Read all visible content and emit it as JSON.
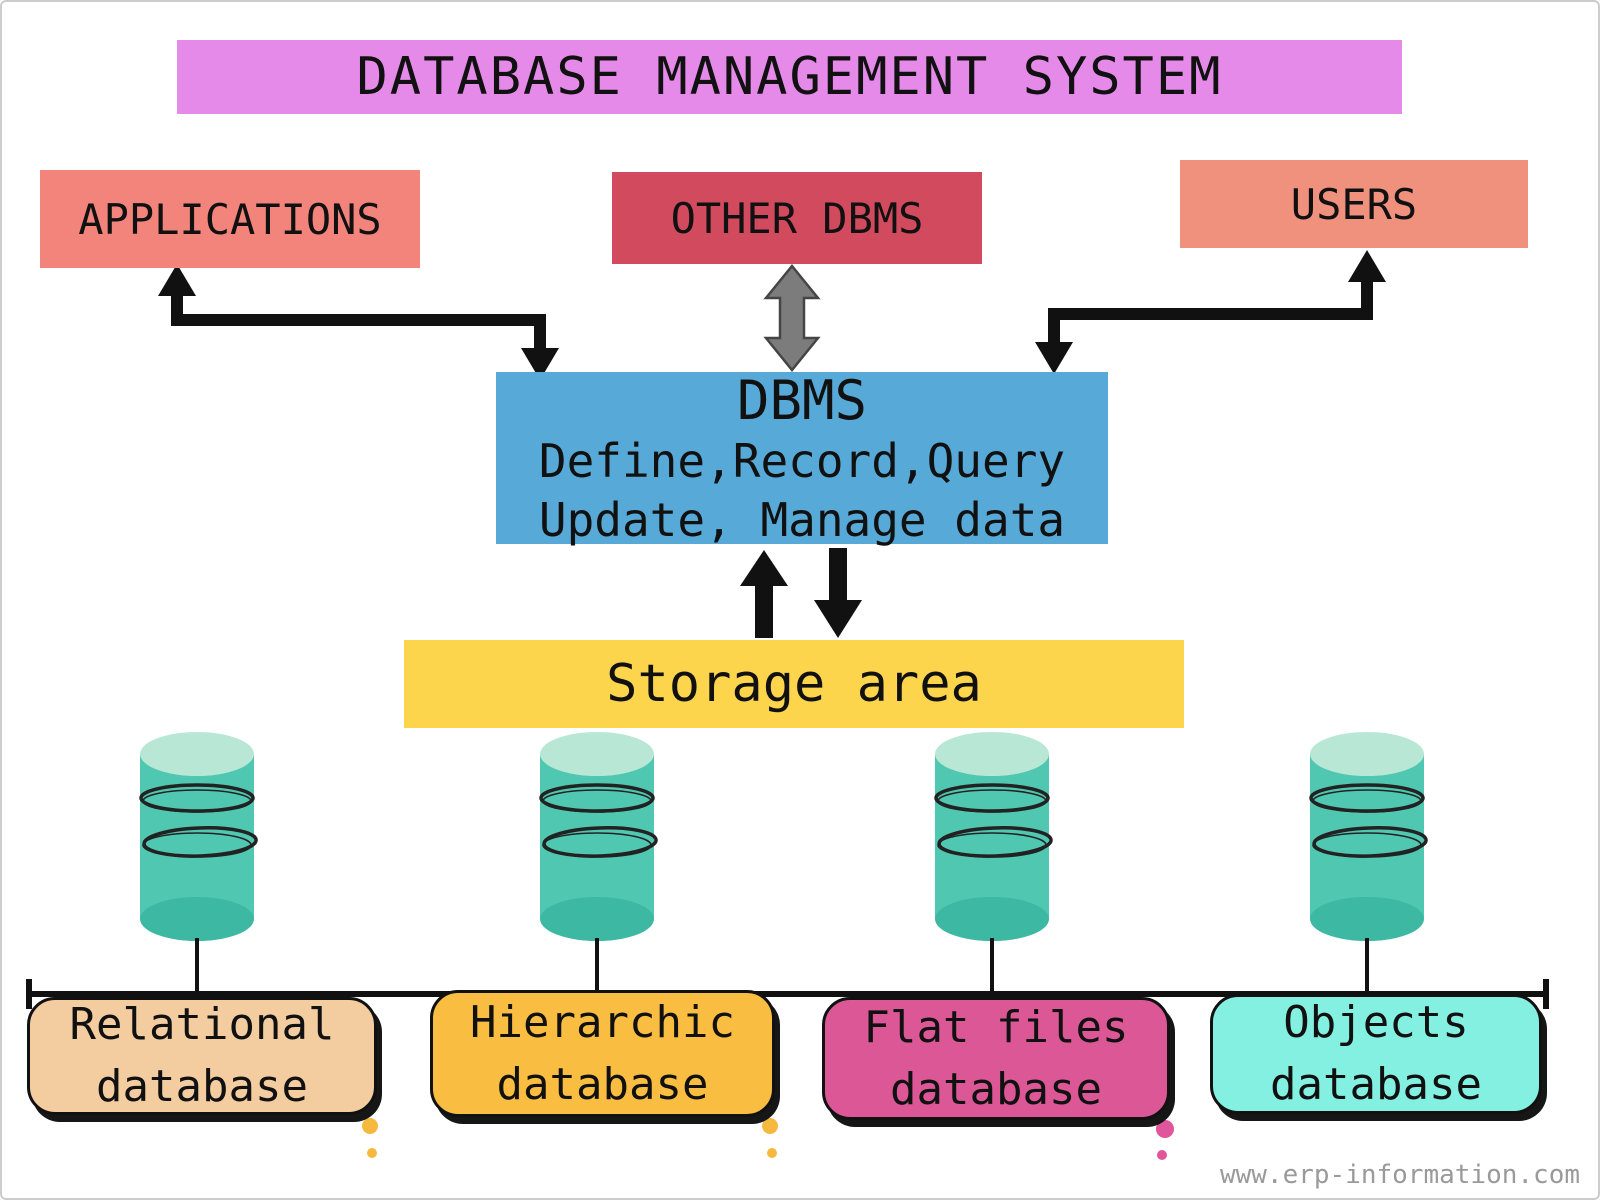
{
  "title": "DATABASE MANAGEMENT SYSTEM",
  "top_boxes": {
    "applications": {
      "label": "APPLICATIONS",
      "color": "#f2847b"
    },
    "other_dbms": {
      "label": "OTHER DBMS",
      "color": "#d24a5e"
    },
    "users": {
      "label": "USERS",
      "color": "#f0917e"
    }
  },
  "dbms": {
    "title": "DBMS",
    "line1": "Define,Record,Query",
    "line2": "Update, Manage data",
    "color": "#57a9d8"
  },
  "storage": {
    "label": "Storage area",
    "color": "#fcd54d"
  },
  "databases": [
    {
      "line1": "Relational",
      "line2": "database",
      "color": "#f3cc9f"
    },
    {
      "line1": "Hierarchic",
      "line2": "database",
      "color": "#f9bd42"
    },
    {
      "line1": "Flat files",
      "line2": "database",
      "color": "#dc5796"
    },
    {
      "line1": "Objects",
      "line2": "database",
      "color": "#84f0e1"
    }
  ],
  "icons": {
    "database_cylinder": {
      "body_color": "#50c7b1",
      "top_color": "#b9e7d5",
      "bottom_color": "#3db8a3"
    },
    "arrow_black": "#111111",
    "arrow_gray": "#7c7c7c",
    "dot_orange": "#f6b93f",
    "dot_pink": "#e0559b"
  },
  "title_color": "#e68aea",
  "watermark": "www.erp-information.com"
}
